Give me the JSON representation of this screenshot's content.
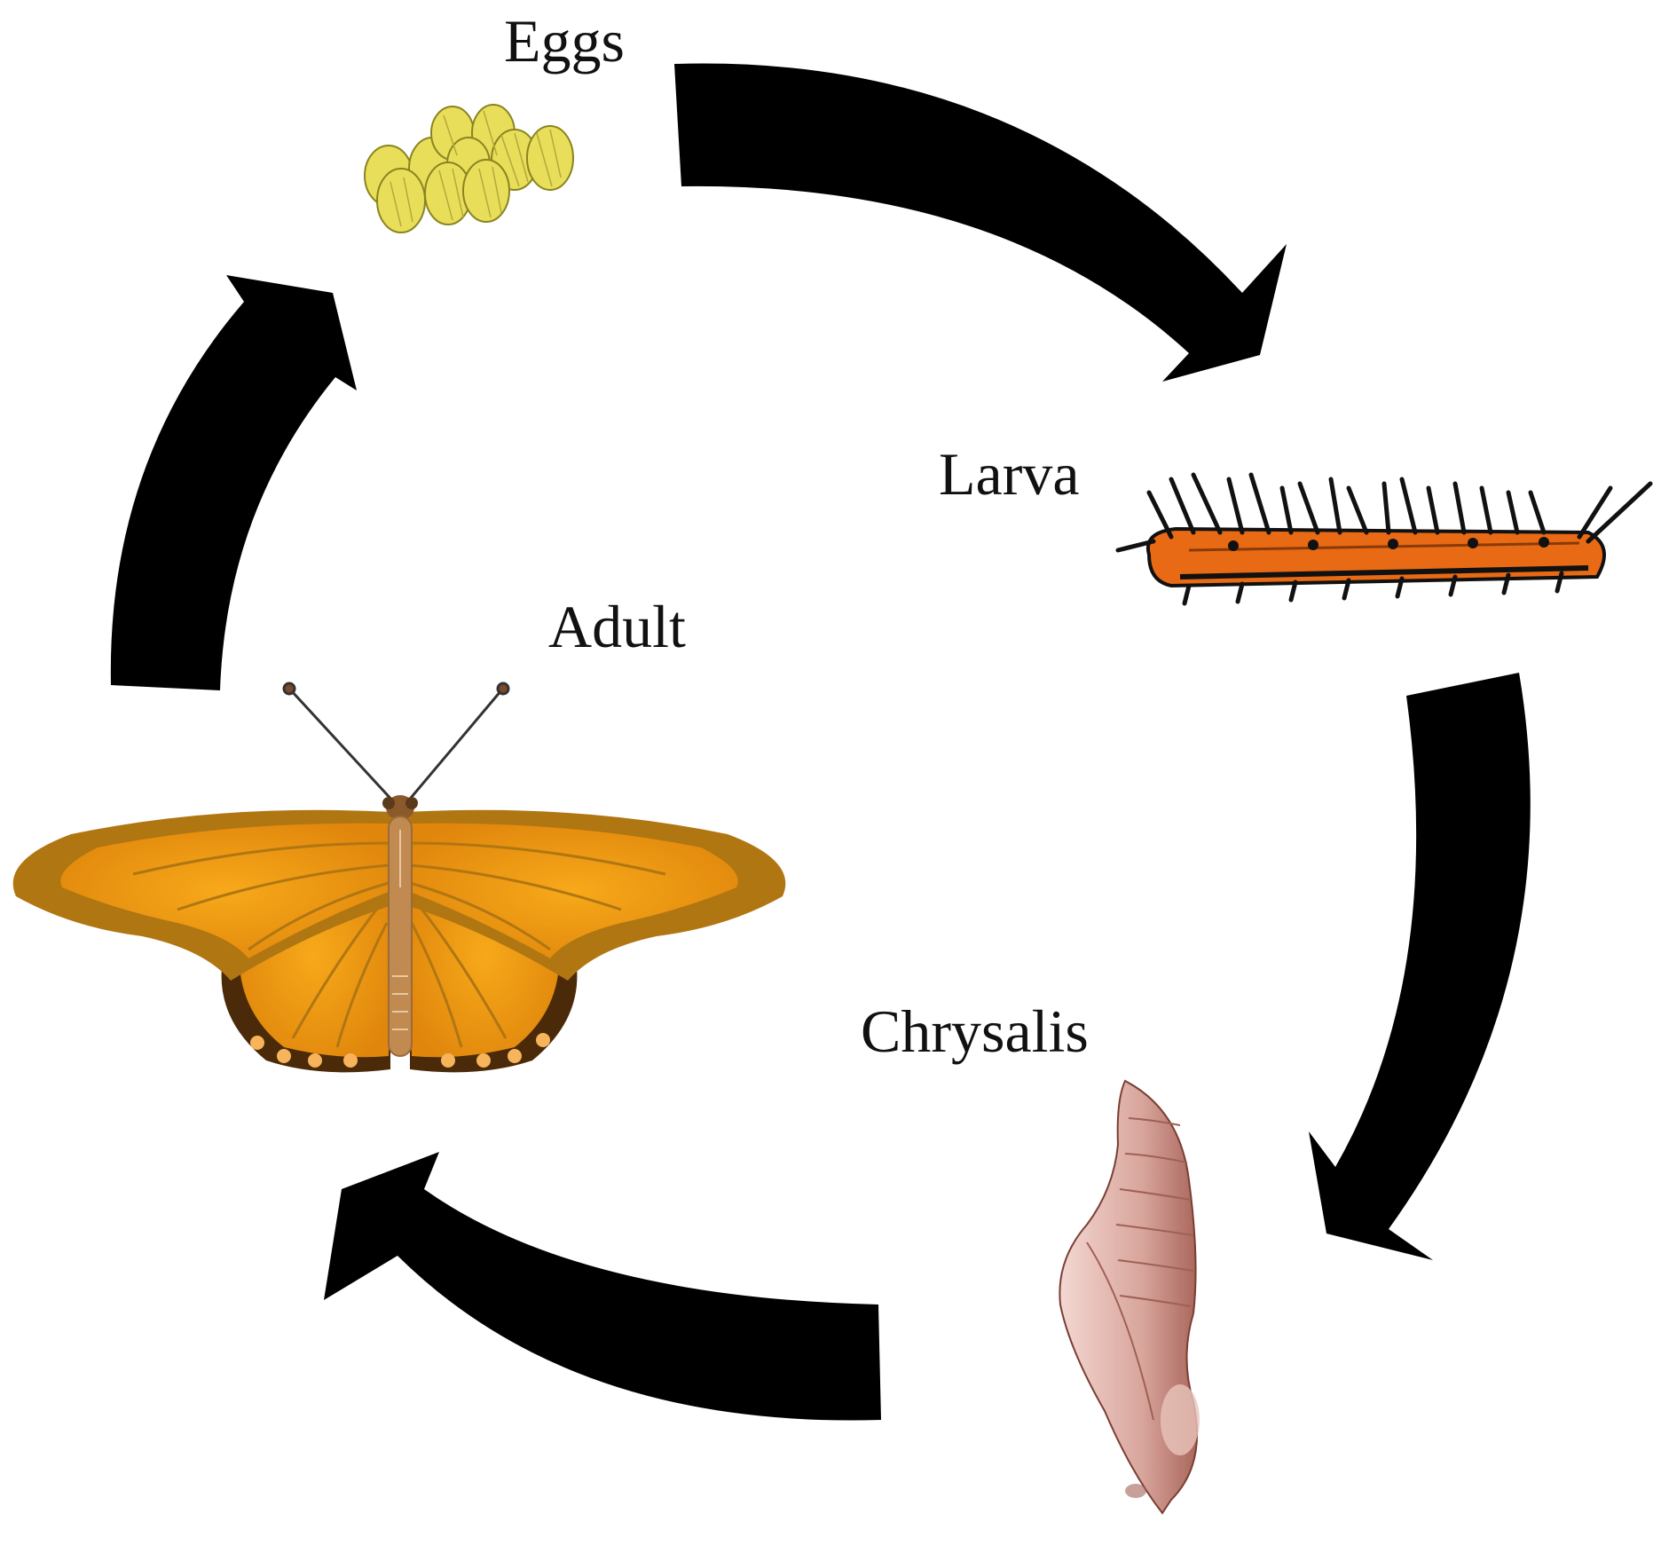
{
  "stages": [
    {
      "id": "eggs",
      "label": "Eggs"
    },
    {
      "id": "larva",
      "label": "Larva"
    },
    {
      "id": "chrysalis",
      "label": "Chrysalis"
    },
    {
      "id": "adult",
      "label": "Adult"
    }
  ],
  "colors": {
    "arrow": "#000000",
    "egg": "#e8de5a",
    "larva": "#e86a14",
    "chrysalis": "#c9928a",
    "wing_orange": "#f39a12",
    "wing_border": "#b07612",
    "wing_dark": "#4a2a08"
  }
}
